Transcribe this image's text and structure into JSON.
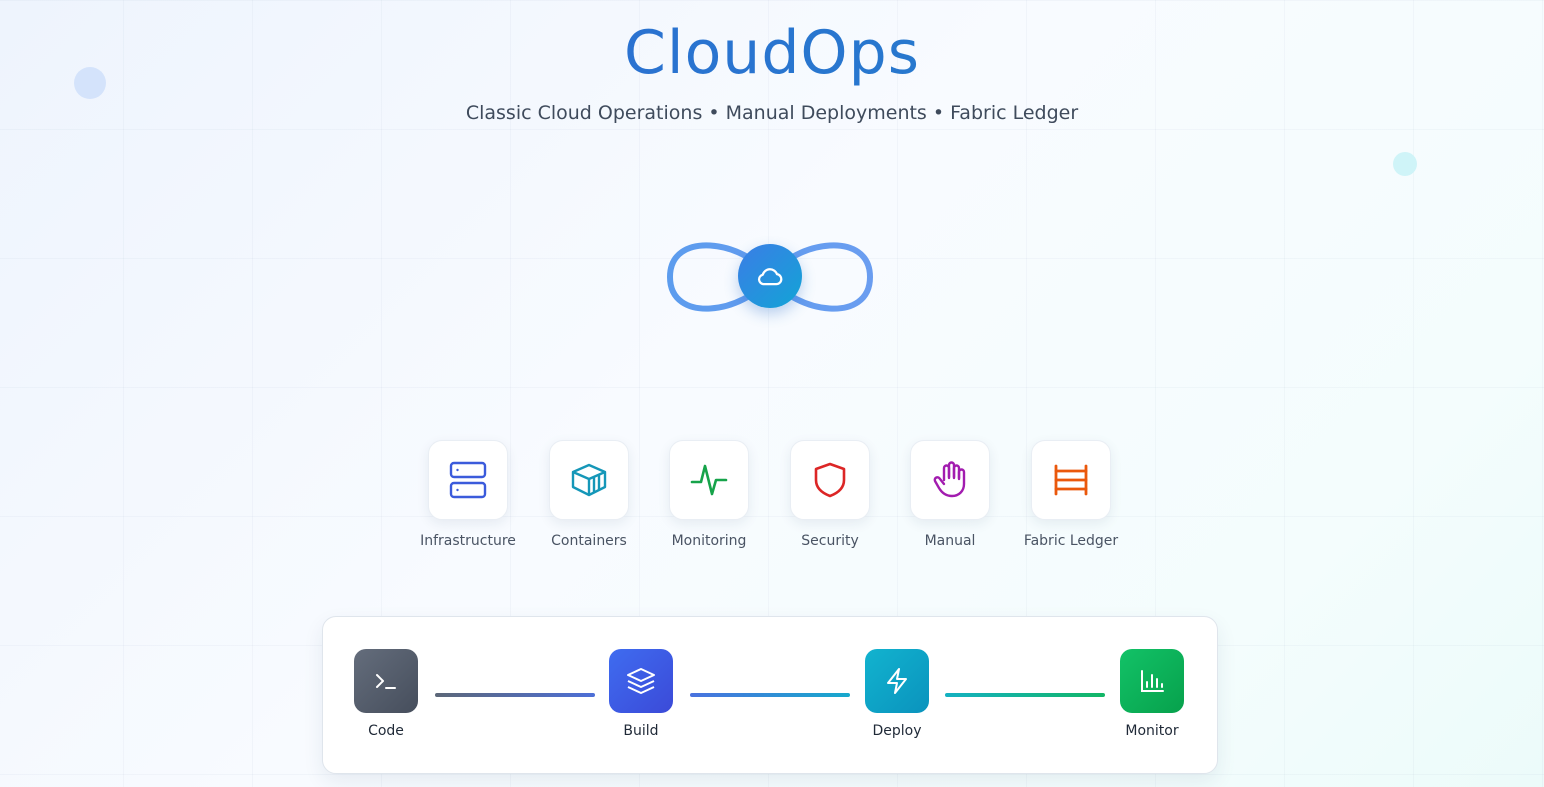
{
  "header": {
    "title": "CloudOps",
    "subtitle": "Classic Cloud Operations • Manual Deployments • Fabric Ledger"
  },
  "logo": {
    "icon": "cloud-icon",
    "shape": "infinity-loop"
  },
  "tools": [
    {
      "label": "Infrastructure",
      "icon": "server-icon",
      "color": "#3b5bdb"
    },
    {
      "label": "Containers",
      "icon": "container-icon",
      "color": "#1597b8"
    },
    {
      "label": "Monitoring",
      "icon": "activity-icon",
      "color": "#16a34a"
    },
    {
      "label": "Security",
      "icon": "shield-icon",
      "color": "#dc2626"
    },
    {
      "label": "Manual",
      "icon": "hand-icon",
      "color": "#a21caf"
    },
    {
      "label": "Fabric Ledger",
      "icon": "ledger-icon",
      "color": "#ea580c"
    }
  ],
  "pipeline": {
    "stages": [
      {
        "label": "Code",
        "icon": "terminal-icon",
        "color": "#505868"
      },
      {
        "label": "Build",
        "icon": "layers-icon",
        "color": "#3b5de7"
      },
      {
        "label": "Deploy",
        "icon": "zap-icon",
        "color": "#0ea5c9"
      },
      {
        "label": "Monitor",
        "icon": "bar-chart-icon",
        "color": "#10b35a"
      }
    ]
  }
}
